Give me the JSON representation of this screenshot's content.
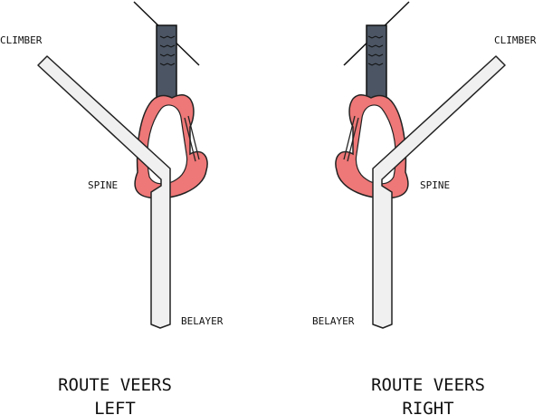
{
  "left_panel": {
    "climber_label": "CLIMBER",
    "spine_label": "SPINE",
    "belayer_label": "BELAYER",
    "caption_line1": "ROUTE VEERS",
    "caption_line2": "LEFT"
  },
  "right_panel": {
    "climber_label": "CLIMBER",
    "spine_label": "SPINE",
    "belayer_label": "BELAYER",
    "caption_line1": "ROUTE VEERS",
    "caption_line2": "RIGHT"
  },
  "colors": {
    "rope_fill": "#f0f0f0",
    "rope_outline": "#222222",
    "carabiner": "#ee7777",
    "sling": "#4b5563",
    "wall_line": "#111111"
  }
}
